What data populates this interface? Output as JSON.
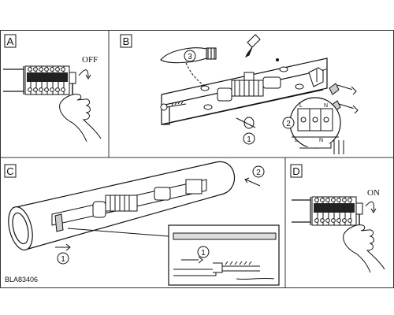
{
  "panels": {
    "a": {
      "label": "A",
      "switch_text": "OFF"
    },
    "b": {
      "label": "B",
      "step_1": "1",
      "step_2": "2",
      "step_3": "3",
      "terminal_labels": {
        "live": "L",
        "neutral": "N"
      }
    },
    "c": {
      "label": "C",
      "step_1": "1",
      "step_2": "2",
      "inset_step_1": "1"
    },
    "d": {
      "label": "D",
      "switch_text": "ON"
    }
  },
  "model_code": "BLA83406",
  "colors": {
    "line": "#1a1a1a",
    "background": "#ffffff",
    "panel_border": "#333333"
  }
}
